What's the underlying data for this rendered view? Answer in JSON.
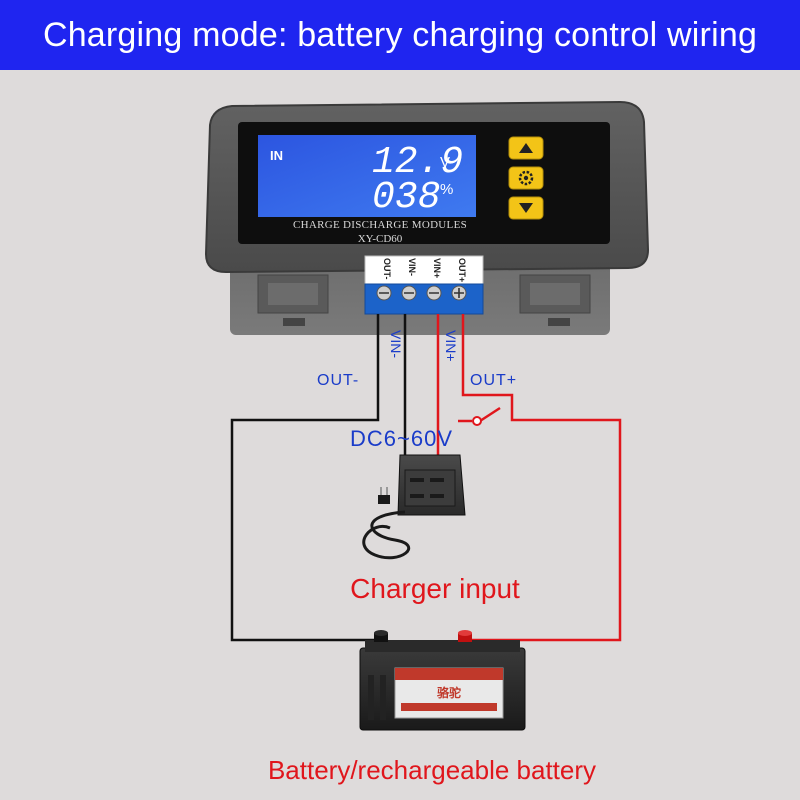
{
  "banner": {
    "title": "Charging mode: battery charging control wiring"
  },
  "module": {
    "lcd": {
      "in_label": "IN",
      "voltage_value": "12.9",
      "voltage_unit": "V",
      "percent_value": "038",
      "percent_unit": "%"
    },
    "caption_line1": "CHARGE DISCHARGE MODULES",
    "caption_line2": "XY-CD60",
    "terminals": [
      "OUT-",
      "VIN-",
      "VIN+",
      "OUT+"
    ],
    "buttons": [
      "up-arrow-icon",
      "gear-icon",
      "down-arrow-icon"
    ]
  },
  "wiring": {
    "vin_minus_label": "VIN-",
    "vin_plus_label": "VIN+",
    "out_minus_label": "OUT-",
    "out_plus_label": "OUT+",
    "dc_range": "DC6~60V",
    "charger_caption": "Charger input",
    "battery_caption": "Battery/rechargeable battery",
    "battery_brand": "骆驼"
  },
  "colors": {
    "banner_bg": "#1f25f0",
    "lcd_bg": "#2f5ee8",
    "wire_red": "#e0161c",
    "wire_black": "#111111",
    "label_blue": "#1a3cc9",
    "caption_red": "#e0161c",
    "button_yellow": "#f3c417",
    "terminal_block_blue": "#1c63c9"
  }
}
